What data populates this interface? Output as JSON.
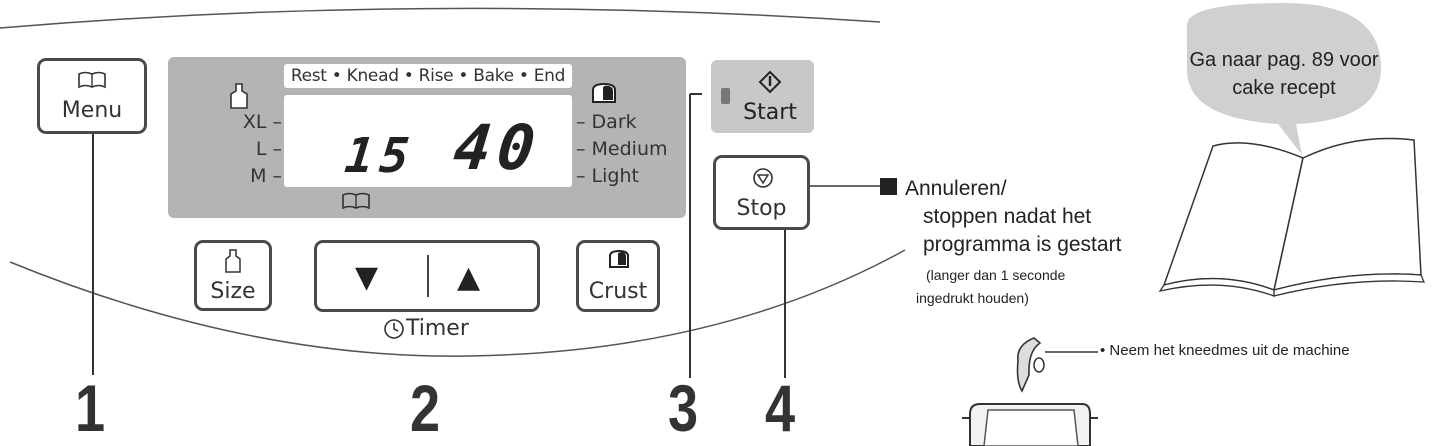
{
  "buttons": {
    "menu": "Menu",
    "start": "Start",
    "stop": "Stop",
    "size": "Size",
    "crust": "Crust",
    "down_symbol": "▼",
    "up_symbol": "▲",
    "timer": "Timer"
  },
  "display": {
    "phases": "Rest • Knead • Rise • Bake • End",
    "sizes": [
      "XL –",
      "L –",
      "M –"
    ],
    "crusts": [
      "– Dark",
      "– Medium",
      "– Light"
    ],
    "hours": "15",
    "minutes": "40"
  },
  "callouts": [
    "1",
    "2",
    "3",
    "4"
  ],
  "notes": {
    "stop_title_line1": "Annuleren/",
    "stop_title_line2": "stoppen nadat het",
    "stop_title_line3": "programma is gestart",
    "stop_detail_line1": "(langer dan 1 seconde",
    "stop_detail_line2": "ingedrukt houden)",
    "kneading": "• Neem het kneedmes uit de machine",
    "bubble_line1": "Ga naar pag. 89 voor",
    "bubble_line2": "cake recept"
  },
  "icons": [
    "book-icon",
    "start-icon",
    "stop-icon",
    "loaf-weight-icon",
    "bread-crust-icon",
    "clock-icon",
    "kneading-blade-icon",
    "bread-pan-icon",
    "open-book-icon",
    "speech-bubble"
  ],
  "colors": {
    "panel": "#b4b4b4",
    "outline": "#4a4a4a",
    "start_panel": "#c8c8c8",
    "text": "#2b2b2b"
  }
}
